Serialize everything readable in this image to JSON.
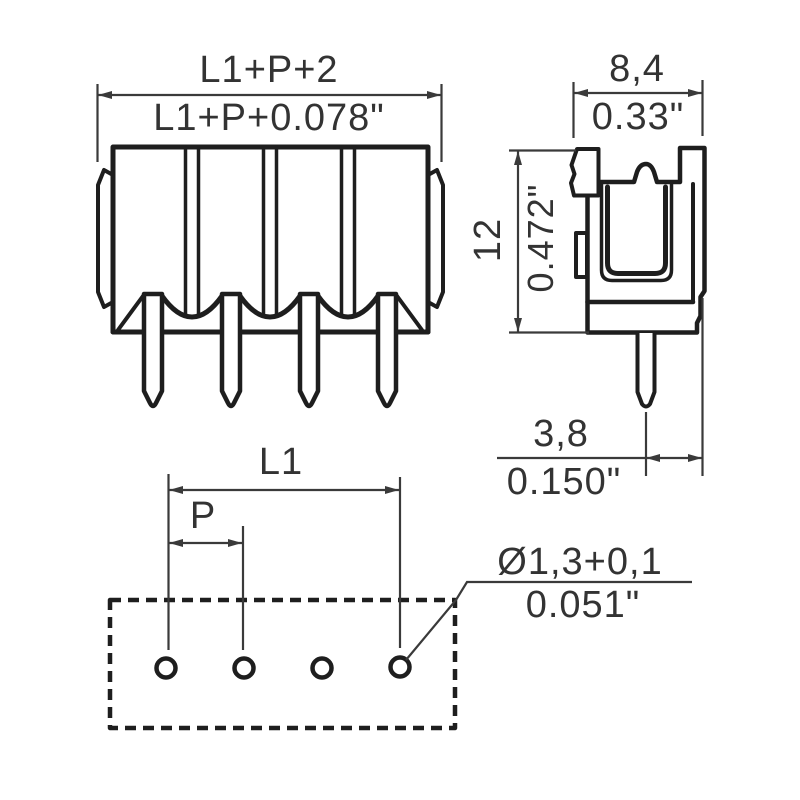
{
  "colors": {
    "background": "#ffffff",
    "object_line": "#1e1e1e",
    "dimension_line": "#3a3a3a",
    "text": "#333333"
  },
  "views": {
    "front": {
      "pin_count": 4,
      "compartment_count": 4
    },
    "side": {
      "pin_count": 1
    },
    "footprint": {
      "hole_count": 4
    }
  },
  "dimensions": {
    "overall_width": {
      "metric": "L1+P+2",
      "imperial": "L1+P+0.078\""
    },
    "depth": {
      "metric": "8,4",
      "imperial": "0.33\""
    },
    "height": {
      "metric": "12",
      "imperial": "0.472\""
    },
    "pin_to_edge": {
      "metric": "3,8",
      "imperial": "0.150\""
    },
    "pitch_span": {
      "label": "L1"
    },
    "pitch": {
      "label": "P"
    },
    "hole_diameter": {
      "metric": "Ø1,3+0,1",
      "imperial": "0.051\""
    }
  }
}
